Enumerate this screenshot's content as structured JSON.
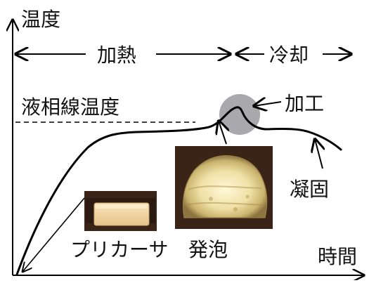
{
  "axes": {
    "y_label": "温度",
    "x_label": "時間"
  },
  "phases": {
    "heating": "加熱",
    "cooling": "冷却"
  },
  "reference_line": {
    "label": "液相線温度",
    "style": "dashed"
  },
  "annotations": {
    "work": "加工",
    "solidify": "凝固",
    "precursor": "プリカーサ",
    "foaming": "発泡"
  },
  "photos": {
    "precursor": "light-beige-bar",
    "foaming": "glowing-foamed-dome"
  },
  "colors": {
    "line": "#000000",
    "highlight_circle": "#a9a9ad",
    "photo_background": "#3a2418",
    "precursor_fill": "#f3d6a6",
    "foam_fill": "#f1e6b6"
  }
}
